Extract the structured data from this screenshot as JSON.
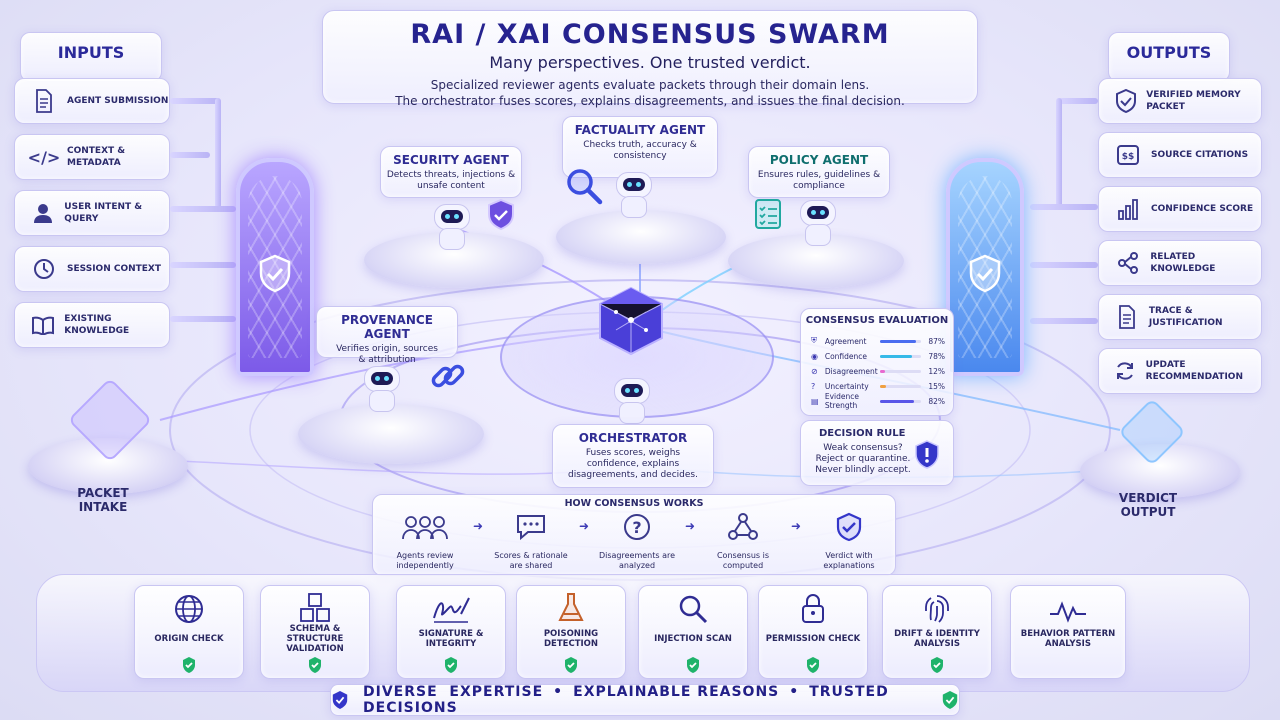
{
  "header": {
    "title": "RAI / XAI CONSENSUS SWARM",
    "subtitle": "Many perspectives. One trusted verdict.",
    "desc_line1": "Specialized reviewer agents evaluate packets through their domain lens.",
    "desc_line2": "The orchestrator fuses scores, explains disagreements, and issues the final decision."
  },
  "inputs": {
    "title": "INPUTS",
    "items": [
      {
        "label": "AGENT SUBMISSION",
        "icon": "document-icon"
      },
      {
        "label": "CONTEXT & METADATA",
        "icon": "code-icon"
      },
      {
        "label": "USER INTENT & QUERY",
        "icon": "user-icon"
      },
      {
        "label": "SESSION CONTEXT",
        "icon": "clock-icon"
      },
      {
        "label": "EXISTING KNOWLEDGE",
        "icon": "book-icon"
      }
    ]
  },
  "outputs": {
    "title": "OUTPUTS",
    "items": [
      {
        "label": "VERIFIED MEMORY PACKET",
        "icon": "shield-check-icon"
      },
      {
        "label": "SOURCE CITATIONS",
        "icon": "quote-icon"
      },
      {
        "label": "CONFIDENCE SCORE",
        "icon": "bar-chart-icon"
      },
      {
        "label": "RELATED KNOWLEDGE",
        "icon": "share-icon"
      },
      {
        "label": "TRACE & JUSTIFICATION",
        "icon": "document-icon"
      },
      {
        "label": "UPDATE RECOMMENDATION",
        "icon": "refresh-icon"
      }
    ]
  },
  "agents": {
    "security": {
      "name": "SECURITY AGENT",
      "text": "Detects threats, injections & unsafe content"
    },
    "factuality": {
      "name": "FACTUALITY AGENT",
      "text": "Checks truth, accuracy & consistency"
    },
    "policy": {
      "name": "POLICY AGENT",
      "text": "Ensures rules, guidelines & compliance"
    },
    "provenance": {
      "name": "PROVENANCE AGENT",
      "text": "Verifies origin, sources & attribution"
    },
    "orchestrator": {
      "name": "ORCHESTRATOR",
      "text": "Fuses scores, weighs confidence, explains disagreements, and decides."
    }
  },
  "evaluation": {
    "title": "CONSENSUS EVALUATION",
    "metrics": [
      {
        "label": "Agreement",
        "value": "87%",
        "fraction": 0.87,
        "color": "#4a6cf0"
      },
      {
        "label": "Confidence",
        "value": "78%",
        "fraction": 0.78,
        "color": "#36b9e8"
      },
      {
        "label": "Disagreement",
        "value": "12%",
        "fraction": 0.12,
        "color": "#e86ad0"
      },
      {
        "label": "Uncertainty",
        "value": "15%",
        "fraction": 0.15,
        "color": "#f0a040"
      },
      {
        "label": "Evidence Strength",
        "value": "82%",
        "fraction": 0.82,
        "color": "#5a56e8"
      }
    ]
  },
  "decision_rule": {
    "title": "DECISION RULE",
    "text": "Weak consensus? Reject or quarantine. Never blindly accept."
  },
  "packet_intake": "PACKET INTAKE",
  "verdict_output": "VERDICT OUTPUT",
  "how": {
    "title": "HOW CONSENSUS WORKS",
    "steps": [
      {
        "label": "Agents review independently",
        "icon": "people-icon"
      },
      {
        "label": "Scores & rationale are shared",
        "icon": "chat-icon"
      },
      {
        "label": "Disagreements are analyzed",
        "icon": "question-icon"
      },
      {
        "label": "Consensus is computed",
        "icon": "network-icon"
      },
      {
        "label": "Verdict with explanations",
        "icon": "shield-check-icon"
      }
    ]
  },
  "checks": [
    {
      "label": "ORIGIN CHECK",
      "icon": "globe-icon"
    },
    {
      "label": "SCHEMA & STRUCTURE VALIDATION",
      "icon": "cubes-icon"
    },
    {
      "label": "SIGNATURE & INTEGRITY",
      "icon": "signature-icon"
    },
    {
      "label": "POISONING DETECTION",
      "icon": "flask-icon"
    },
    {
      "label": "INJECTION SCAN",
      "icon": "magnifier-icon"
    },
    {
      "label": "PERMISSION CHECK",
      "icon": "lock-icon"
    },
    {
      "label": "DRIFT & IDENTITY ANALYSIS",
      "icon": "fingerprint-icon"
    },
    {
      "label": "BEHAVIOR PATTERN ANALYSIS",
      "icon": "pulse-icon"
    }
  ],
  "footer": {
    "part1": "DIVERSE  EXPERTISE",
    "part2": "EXPLAINABLE REASONS",
    "part3": "TRUSTED DECISIONS",
    "sep": "•"
  },
  "colors": {
    "primary": "#2b2a9a",
    "purple": "#7c5ae8",
    "blue": "#4a88ee",
    "teal": "#0f6e6e"
  }
}
